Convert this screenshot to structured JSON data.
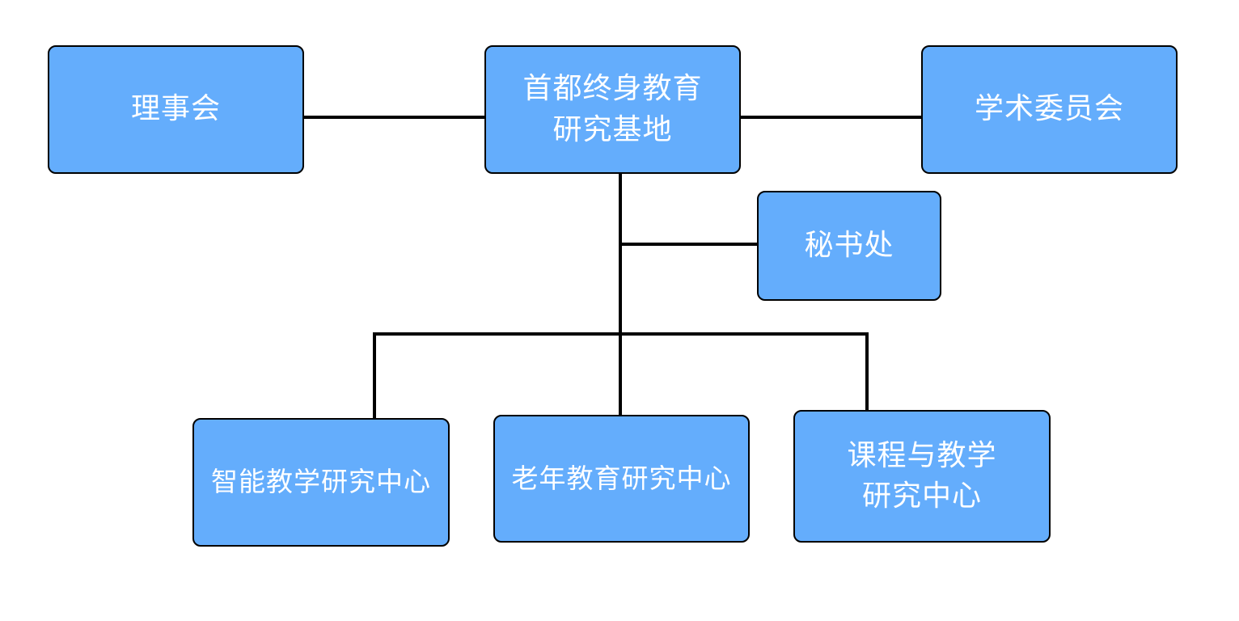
{
  "colors": {
    "box_fill": "#64ADFC",
    "border": "#000000",
    "text": "#FFFFFF",
    "connector": "#000000"
  },
  "nodes": {
    "root": "首都终身教育\n研究基地",
    "council": "理事会",
    "academic_committee": "学术委员会",
    "secretariat": "秘书处",
    "smart_teaching_center": "智能教学研究中心",
    "elderly_education_center": "老年教育研究中心",
    "curriculum_teaching_center": "课程与教学\n研究中心"
  }
}
